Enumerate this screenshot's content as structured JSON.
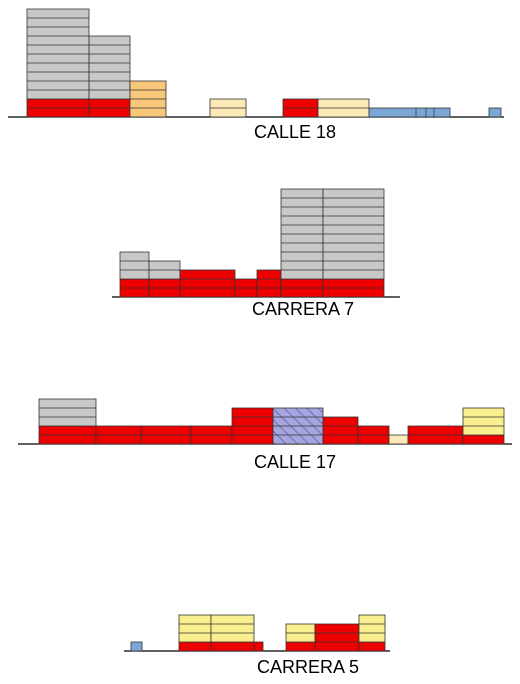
{
  "colors": {
    "red": "#ee0000",
    "gray": "#c8c8c8",
    "orange": "#f8c77a",
    "cream": "#fde9b8",
    "blue": "#7ba7d6",
    "yellow": "#f9ef8e",
    "hatch_fill": "#a6a6df",
    "hatch_line": "#4b4b9e",
    "stroke": "#333333"
  },
  "elevations": [
    {
      "label": "CALLE 18",
      "buildings": [
        {
          "name": "tower-a",
          "bands": [
            {
              "color": "red",
              "floors": 2
            },
            {
              "color": "gray",
              "floors": 10
            }
          ]
        },
        {
          "name": "tower-b",
          "bands": [
            {
              "color": "red",
              "floors": 2
            },
            {
              "color": "gray",
              "floors": 7
            }
          ]
        },
        {
          "name": "mid-orange",
          "bands": [
            {
              "color": "orange",
              "floors": 4
            }
          ]
        },
        {
          "name": "small-cream",
          "bands": [
            {
              "color": "cream",
              "floors": 2
            }
          ]
        },
        {
          "name": "corner-red",
          "bands": [
            {
              "color": "red",
              "floors": 2
            }
          ]
        },
        {
          "name": "cream-block",
          "bands": [
            {
              "color": "cream",
              "floors": 2
            }
          ]
        },
        {
          "name": "blue-strip",
          "bands": [
            {
              "color": "blue",
              "floors": 1
            }
          ]
        },
        {
          "name": "blue-small",
          "bands": [
            {
              "color": "blue",
              "floors": 1
            }
          ]
        }
      ]
    },
    {
      "label": "CARRERA 7",
      "buildings": [
        {
          "name": "gray-4",
          "bands": [
            {
              "color": "red",
              "floors": 2
            },
            {
              "color": "gray",
              "floors": 3
            }
          ]
        },
        {
          "name": "gray-3",
          "bands": [
            {
              "color": "red",
              "floors": 2
            },
            {
              "color": "gray",
              "floors": 2
            }
          ]
        },
        {
          "name": "red-3",
          "bands": [
            {
              "color": "red",
              "floors": 3
            }
          ]
        },
        {
          "name": "red-2",
          "bands": [
            {
              "color": "red",
              "floors": 2
            }
          ]
        },
        {
          "name": "red-3b",
          "bands": [
            {
              "color": "red",
              "floors": 3
            }
          ]
        },
        {
          "name": "tower-left",
          "bands": [
            {
              "color": "red",
              "floors": 2
            },
            {
              "color": "gray",
              "floors": 10
            }
          ]
        },
        {
          "name": "tower-right",
          "bands": [
            {
              "color": "red",
              "floors": 2
            },
            {
              "color": "gray",
              "floors": 10
            }
          ]
        }
      ]
    },
    {
      "label": "CALLE 17",
      "buildings": [
        {
          "name": "gray-block",
          "bands": [
            {
              "color": "red",
              "floors": 2
            },
            {
              "color": "gray",
              "floors": 3
            }
          ]
        },
        {
          "name": "red-a",
          "bands": [
            {
              "color": "red",
              "floors": 2
            }
          ]
        },
        {
          "name": "red-b",
          "bands": [
            {
              "color": "red",
              "floors": 2
            }
          ]
        },
        {
          "name": "red-c",
          "bands": [
            {
              "color": "red",
              "floors": 2
            }
          ]
        },
        {
          "name": "red-d",
          "bands": [
            {
              "color": "red",
              "floors": 4
            }
          ]
        },
        {
          "name": "hatched",
          "bands": [
            {
              "color": "hatch",
              "floors": 4
            }
          ]
        },
        {
          "name": "red-e",
          "bands": [
            {
              "color": "red",
              "floors": 3
            }
          ]
        },
        {
          "name": "red-f",
          "bands": [
            {
              "color": "red",
              "floors": 2
            }
          ]
        },
        {
          "name": "cream-small",
          "bands": [
            {
              "color": "cream",
              "floors": 1
            }
          ]
        },
        {
          "name": "red-g",
          "bands": [
            {
              "color": "red",
              "floors": 2
            }
          ]
        },
        {
          "name": "yellow-corner",
          "bands": [
            {
              "color": "red",
              "floors": 1
            },
            {
              "color": "yellow",
              "floors": 3
            }
          ]
        }
      ]
    },
    {
      "label": "CARRERA 5",
      "buildings": [
        {
          "name": "blue-small",
          "bands": [
            {
              "color": "blue",
              "floors": 1
            }
          ]
        },
        {
          "name": "yellow-a",
          "bands": [
            {
              "color": "red",
              "floors": 1
            },
            {
              "color": "yellow",
              "floors": 3
            }
          ]
        },
        {
          "name": "yellow-b",
          "bands": [
            {
              "color": "red",
              "floors": 1
            },
            {
              "color": "yellow",
              "floors": 3
            }
          ]
        },
        {
          "name": "red-sliver",
          "bands": [
            {
              "color": "red",
              "floors": 1
            }
          ]
        },
        {
          "name": "yellow-c",
          "bands": [
            {
              "color": "red",
              "floors": 1
            },
            {
              "color": "yellow",
              "floors": 2
            }
          ]
        },
        {
          "name": "red-mid",
          "bands": [
            {
              "color": "red",
              "floors": 3
            }
          ]
        },
        {
          "name": "yellow-d",
          "bands": [
            {
              "color": "red",
              "floors": 1
            },
            {
              "color": "yellow",
              "floors": 3
            }
          ]
        }
      ]
    }
  ]
}
